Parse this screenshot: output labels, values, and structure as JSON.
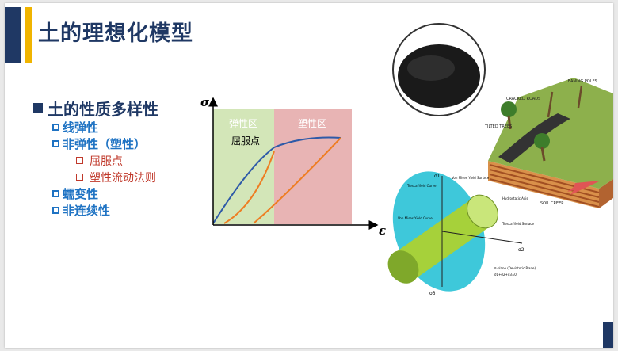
{
  "slide": {
    "title": "土的理想化模型",
    "main_bullet": "土的性质多样性",
    "items": [
      {
        "level": 1,
        "text": "线弹性"
      },
      {
        "level": 1,
        "text": "非弹性（塑性）"
      },
      {
        "level": 2,
        "text": "屈服点"
      },
      {
        "level": 2,
        "text": "塑性流动法则"
      },
      {
        "level": 1,
        "text": "蠕变性"
      },
      {
        "level": 1,
        "text": "非连续性"
      }
    ]
  },
  "chart_data": {
    "type": "line",
    "ylabel": "σ",
    "xlabel": "ε",
    "regions": [
      {
        "label": "弹性区",
        "color": "#d3e6b8"
      },
      {
        "label": "塑性区",
        "color": "#e8b4b4"
      }
    ],
    "annotation": "屈服点",
    "series": [
      {
        "color": "#2e5aa8"
      },
      {
        "color": "#ee7d22"
      }
    ]
  },
  "soil_creep_image": {
    "labels": {
      "cracked_roads": "CRACKED ROADS",
      "leaning_poles": "LEANING POLES",
      "tilted_trees": "TILTED TREES",
      "soil_creep": "SOIL CREEP"
    },
    "colors": {
      "soil": "#1a1a1a",
      "grass": "#8db04c",
      "layers": "#d9904a",
      "arrow": "#e05555"
    }
  },
  "yield_surface_image": {
    "labels": {
      "sigma1": "σ1",
      "sigma2": "σ2",
      "sigma3": "σ3",
      "von_mises_surface": "Von Mises Yield Surface",
      "von_mises_curve": "Von Mises Yield Curve",
      "tresca_curve": "Tresca Yield Curve",
      "tresca_surface": "Tresca Yield Surface",
      "hydrostatic_axis": "Hydrostatic Axis",
      "pi_plane": "π-plane (Deviatoric Plane)",
      "pi_plane_eq": "σ1+σ2+σ3=0"
    },
    "colors": {
      "cylinder": "#a6d13a",
      "plane": "#29c2d6"
    }
  }
}
